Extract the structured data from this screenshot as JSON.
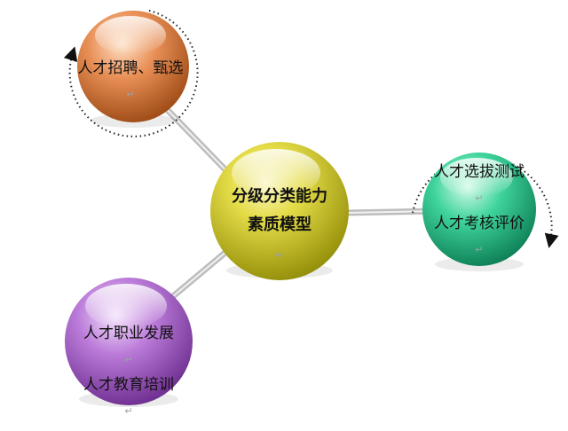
{
  "center": {
    "line1": "分级分类能力",
    "line2": "素质模型",
    "color": "#c9c21a"
  },
  "nodes": {
    "recruit": {
      "line1": "人才招聘、甄选",
      "color": "#e07a3a"
    },
    "assess": {
      "line1": "人才选拔测试",
      "line2": "人才考核评价",
      "color": "#23c38a"
    },
    "develop": {
      "line1": "人才职业发展",
      "line2": "人才教育培训",
      "color": "#a65bc9"
    }
  },
  "connector_color": "#c8c8c8",
  "return_mark": "↵"
}
